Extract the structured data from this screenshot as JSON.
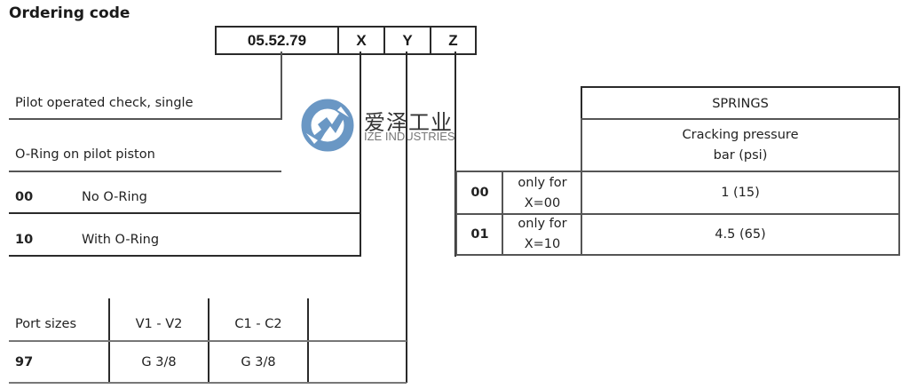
{
  "title": "Ordering code",
  "code": {
    "base": "05.52.79",
    "segments": [
      "X",
      "Y",
      "Z"
    ]
  },
  "function": {
    "label": "Pilot operated check, single"
  },
  "oring": {
    "header": "O-Ring on pilot piston",
    "options": [
      {
        "code": "00",
        "label": "No O-Ring"
      },
      {
        "code": "10",
        "label": "With O-Ring"
      }
    ]
  },
  "ports": {
    "header": "Port sizes",
    "columns": [
      "V1 - V2",
      "C1 - C2",
      ""
    ],
    "rows": [
      {
        "code": "97",
        "values": [
          "G 3/8",
          "G 3/8",
          ""
        ]
      }
    ]
  },
  "springs": {
    "header": "SPRINGS",
    "subheader_line1": "Cracking pressure",
    "subheader_line2": "bar (psi)",
    "rows": [
      {
        "code": "00",
        "note_line1": "only for",
        "note_line2": "X=00",
        "value": "1 (15)"
      },
      {
        "code": "01",
        "note_line1": "only for",
        "note_line2": "X=10",
        "value": "4.5 (65)"
      }
    ]
  },
  "watermark": {
    "cn": "爱泽工业",
    "en": "IZE INDUSTRIES",
    "color": "#5b8fc4"
  }
}
